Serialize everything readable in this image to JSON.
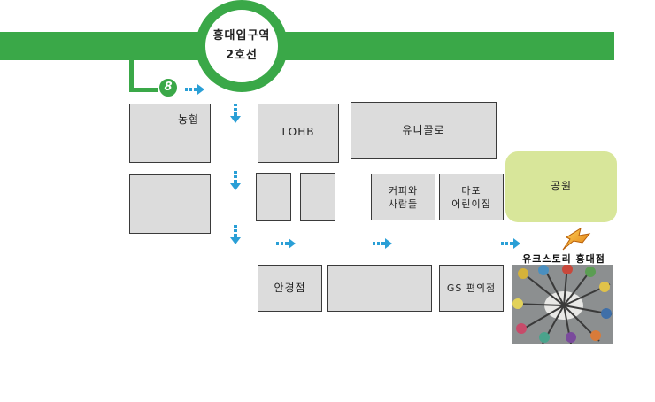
{
  "station": {
    "name": "홍대입구역",
    "line": "2호선",
    "exit_number": "8",
    "line_color": "#3aa848"
  },
  "places": {
    "nonghyup": "농협",
    "lohb": "LOHB",
    "uni_gullo": "유니끌로",
    "coffee_line1": "커피와",
    "coffee_line2": "사람들",
    "mapo_line1": "마포",
    "mapo_line2": "어린이집",
    "park": "공원",
    "optician": "안경점",
    "gs_store": "GS 편의점",
    "store_name": "유크스토리 홍대점"
  },
  "colors": {
    "block_fill": "#dcdcdc",
    "park_fill": "#d8e69a",
    "arrow": "#2a9fd6"
  },
  "icons": {
    "direction_arrow": "arrow-right-icon",
    "direction_arrow_down": "arrow-down-icon",
    "store_marker": "pointing-arrow-icon"
  }
}
